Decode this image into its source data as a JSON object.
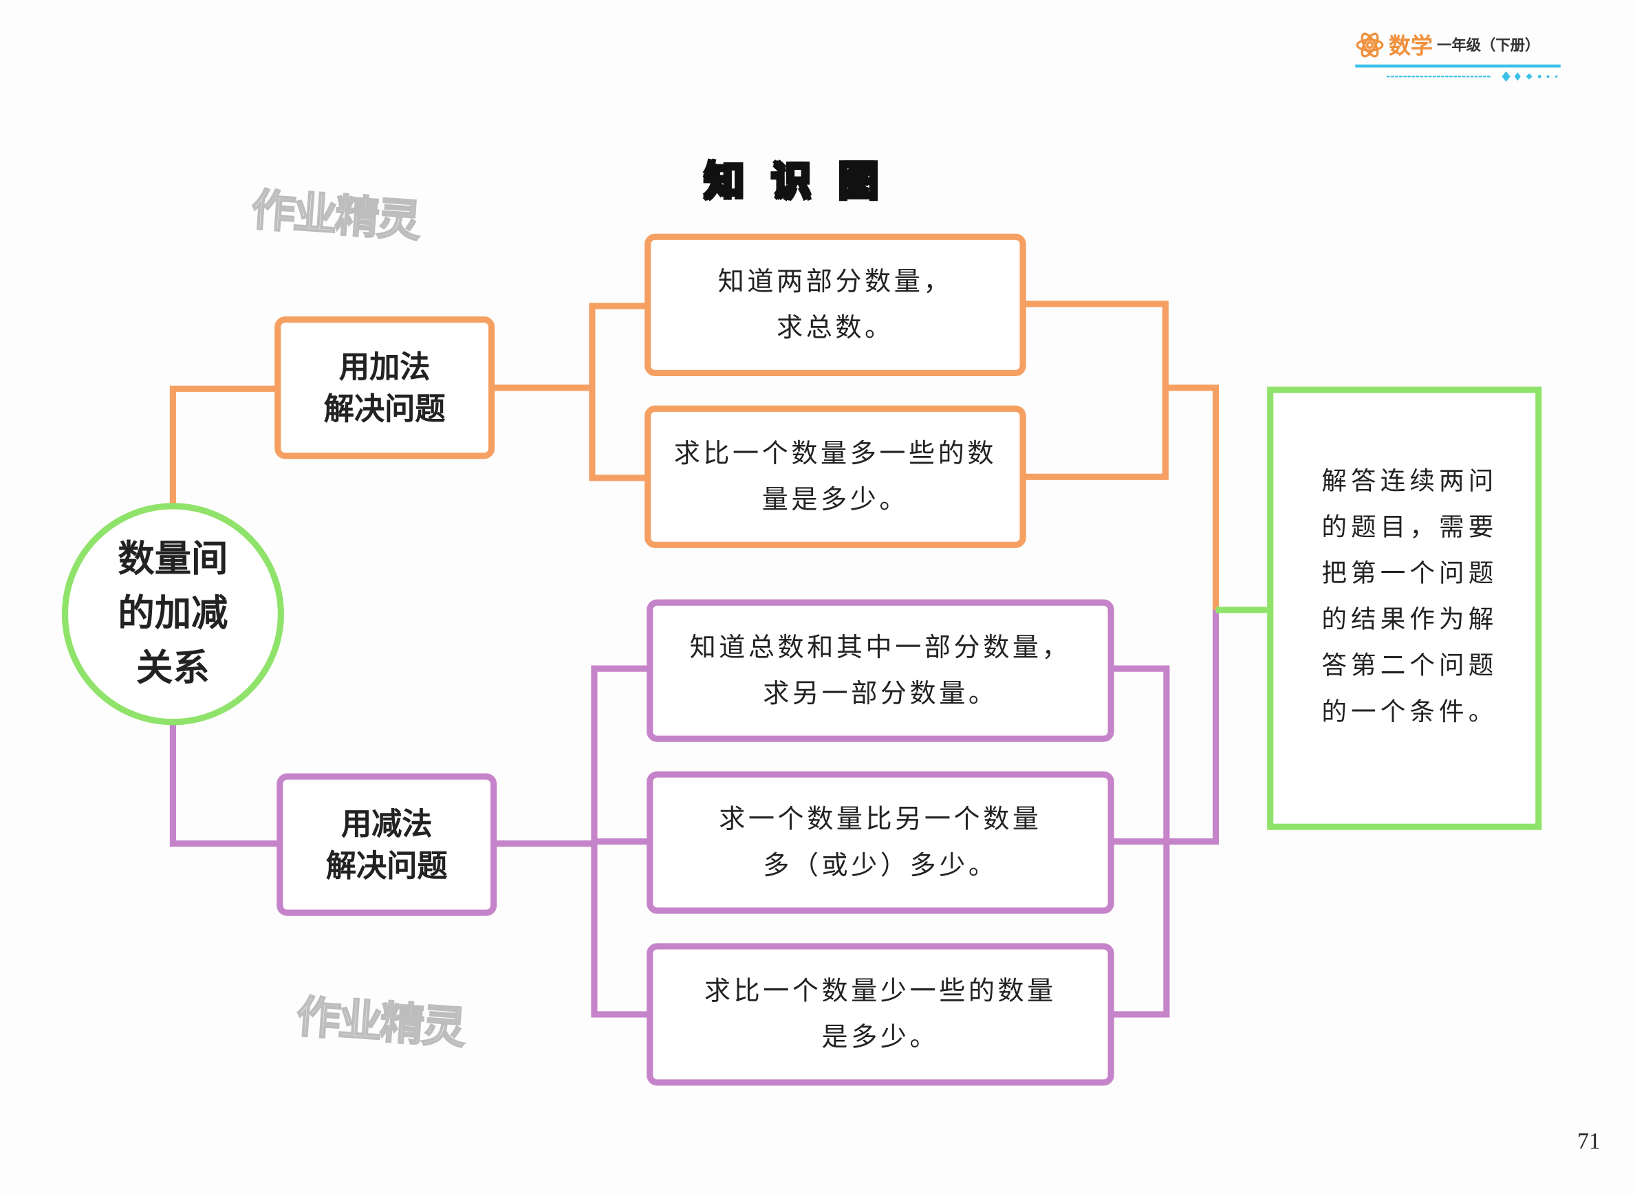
{
  "header": {
    "subject": "数学",
    "grade": "一年级（下册）",
    "logo_icon": "atom-icon"
  },
  "title": [
    "知",
    "识",
    "图"
  ],
  "watermarks": [
    "作业精灵",
    "作业精灵"
  ],
  "root": {
    "lines": [
      "数量间",
      "的加减",
      "关系"
    ]
  },
  "addition": {
    "label": [
      "用加法",
      "解决问题"
    ],
    "items": [
      {
        "lines": [
          "知道两部分数量，",
          "求总数。"
        ]
      },
      {
        "lines": [
          "求比一个数量多一些的数",
          "量是多少。"
        ]
      }
    ]
  },
  "subtraction": {
    "label": [
      "用减法",
      "解决问题"
    ],
    "items": [
      {
        "lines": [
          "知道总数和其中一部分数量，",
          "求另一部分数量。"
        ]
      },
      {
        "lines": [
          "求一个数量比另一个数量",
          "多（或少）多少。"
        ]
      },
      {
        "lines": [
          "求比一个数量少一些的数量",
          "是多少。"
        ]
      }
    ]
  },
  "summary": {
    "lines": [
      "解答连续两问",
      "的题目，需要",
      "把第一个问题",
      "的结果作为解",
      "答第二个问题",
      "的一个条件。"
    ]
  },
  "page_number": "71",
  "colors": {
    "orange": "#f5a062",
    "purple": "#c583c9",
    "green": "#8fe36a",
    "title_yellow": "#fff46a",
    "header_blue": "#3cc0e8"
  }
}
